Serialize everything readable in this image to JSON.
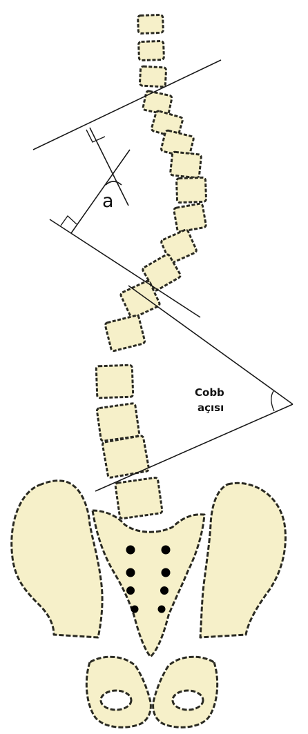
{
  "labels": {
    "angle_a": "a",
    "cobb_line1": "Cobb",
    "cobb_line2": "açısı"
  }
}
